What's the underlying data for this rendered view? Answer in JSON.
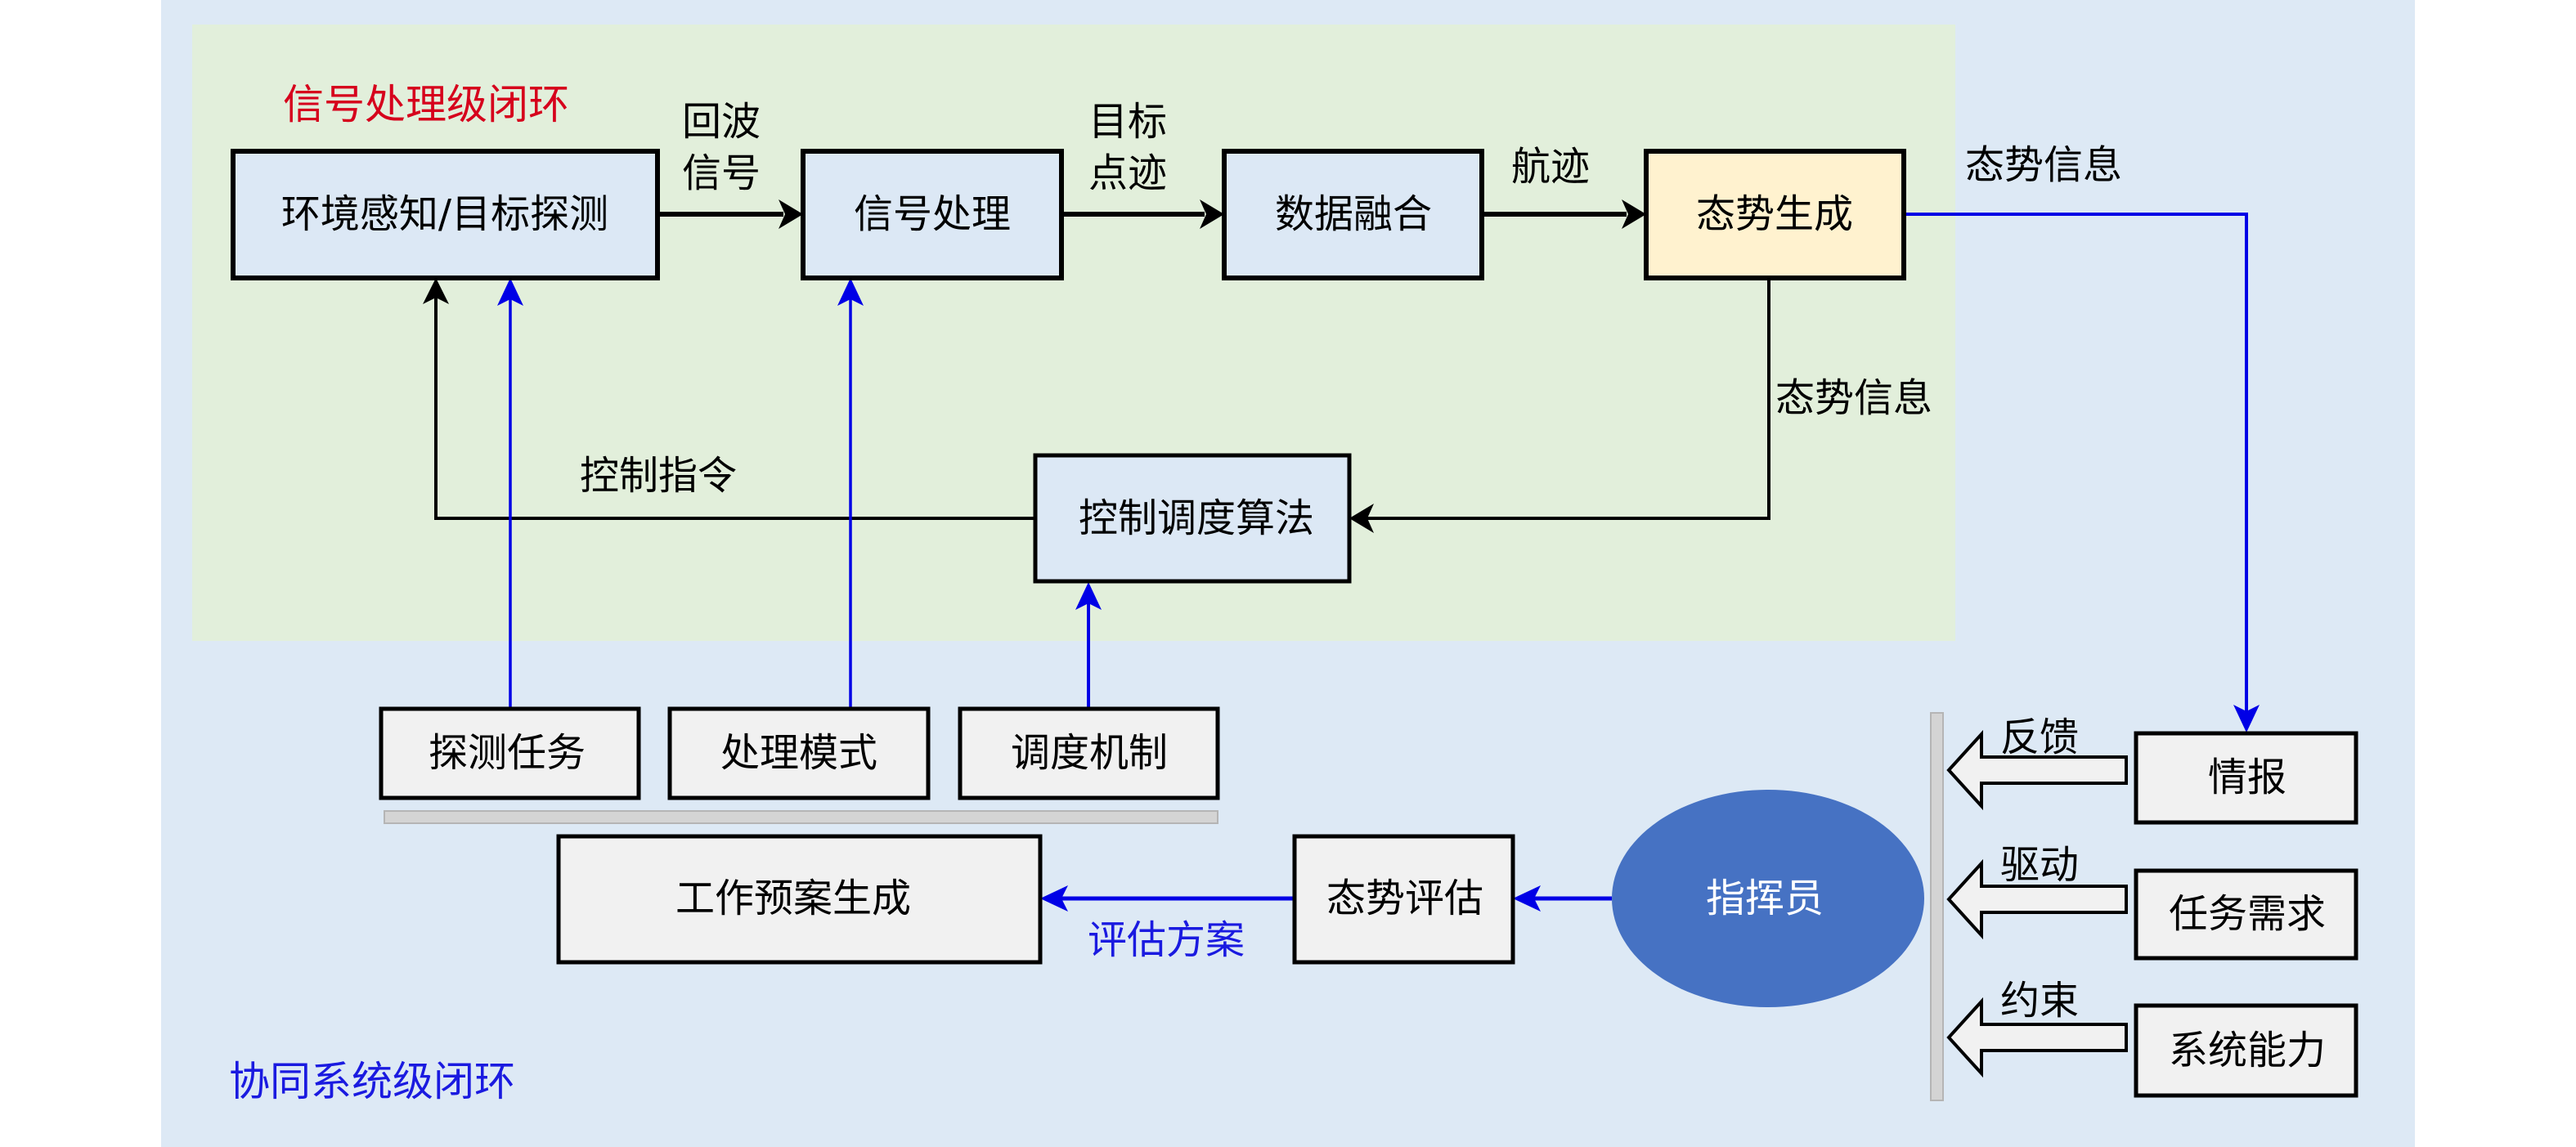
{
  "colors": {
    "outer_bg": "#dde9f5",
    "inner_bg": "#e2efdb",
    "node_blue": "#dce8f5",
    "node_yellow": "#fff2cf",
    "node_gray": "#f1f1f1",
    "ellipse": "#4672c3",
    "black_line": "#000000",
    "blue_line": "#0000e6",
    "separator": "#d4d4d4",
    "title_red": "#d6001c",
    "title_blue": "#1a1ae0"
  },
  "panels": {
    "signal_loop_title": "信号处理级闭环",
    "system_loop_title": "协同系统级闭环"
  },
  "nodes": {
    "sensing": "环境感知/目标探测",
    "signal_processing": "信号处理",
    "data_fusion": "数据融合",
    "situation_generation": "态势生成",
    "control_scheduling": "控制调度算法",
    "detection_task": "探测任务",
    "processing_mode": "处理模式",
    "scheduling_mechanism": "调度机制",
    "work_plan_generation": "工作预案生成",
    "situation_assessment": "态势评估",
    "commander": "指挥员",
    "intelligence": "情报",
    "mission_requirement": "任务需求",
    "system_capability": "系统能力"
  },
  "edges": {
    "echo_signal_line1": "回波",
    "echo_signal_line2": "信号",
    "target_plot_line1": "目标",
    "target_plot_line2": "点迹",
    "track": "航迹",
    "situation_info_right": "态势信息",
    "situation_info_down": "态势信息",
    "control_command": "控制指令",
    "assessment_plan": "评估方案",
    "feedback": "反馈",
    "drive": "驱动",
    "constraint": "约束"
  }
}
